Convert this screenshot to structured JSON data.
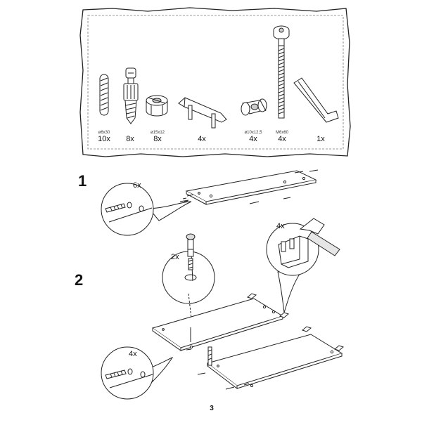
{
  "parts": [
    {
      "icon": "dowel-icon",
      "dimension": "ø6x30",
      "quantity": "10x"
    },
    {
      "icon": "cam-bolt-icon",
      "dimension": "",
      "quantity": "8x"
    },
    {
      "icon": "cam-lock-icon",
      "dimension": "ø15x12",
      "quantity": "8x"
    },
    {
      "icon": "shelf-support-icon",
      "dimension": "",
      "quantity": "4x"
    },
    {
      "icon": "barrel-nut-icon",
      "dimension": "ø10x12,5",
      "quantity": "4x"
    },
    {
      "icon": "connector-bolt-icon",
      "dimension": "M6x60",
      "quantity": "4x"
    },
    {
      "icon": "allen-key-icon",
      "dimension": "",
      "quantity": "1x"
    }
  ],
  "steps": [
    {
      "number": "1",
      "callouts": [
        {
          "count": "6x"
        }
      ]
    },
    {
      "number": "2",
      "callouts": [
        {
          "count": "4x"
        },
        {
          "count": "2x"
        },
        {
          "count": "4x"
        }
      ]
    }
  ],
  "page_number": "3"
}
